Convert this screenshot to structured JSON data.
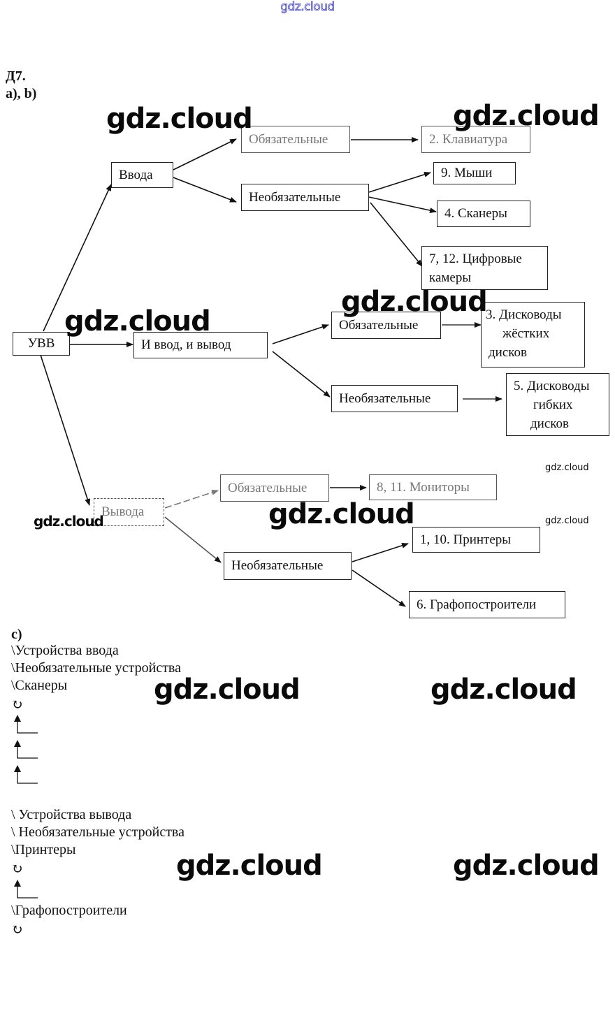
{
  "watermark": {
    "top": "gdz.cloud",
    "large": "gdz.cloud",
    "small": "gdz.cloud",
    "color_top": "#3b3bc8"
  },
  "task": {
    "number": "Д7.",
    "parts_ab": "a), b)",
    "part_c": "c)"
  },
  "diagram": {
    "root": "УВВ",
    "branches": [
      {
        "label": "Ввода",
        "required_label": "Обязательные",
        "optional_label": "Необязательные",
        "required_items": [
          "2. Клавиатура"
        ],
        "optional_items": [
          "9. Мыши",
          "4. Сканеры",
          "7, 12. Цифровые камеры"
        ]
      },
      {
        "label": "И ввод, и вывод",
        "required_label": "Обязательные",
        "optional_label": "Необязательные",
        "required_items": [
          "3. Дисководы жёстких дисков"
        ],
        "optional_items": [
          "5. Дисководы гибких дисков"
        ]
      },
      {
        "label": "Вывода",
        "required_label": "Обязательные",
        "optional_label": "Необязательные",
        "required_items": [
          "8, 11. Мониторы"
        ],
        "optional_items": [
          "1, 10. Принтеры",
          "6. Графопостроители"
        ]
      }
    ],
    "multiline": {
      "cameras_1": "7, 12. Цифровые",
      "cameras_2": "камеры",
      "hdd_1": "3. Дисководы",
      "hdd_2": "жёстких",
      "hdd_3": "дисков",
      "fdd_1": "5. Дисководы",
      "fdd_2": "гибких",
      "fdd_3": "дисков"
    }
  },
  "tree_paths": {
    "input": {
      "lines": [
        "\\Устройства ввода",
        "\\Необязательные устройства",
        "\\Сканеры"
      ],
      "refresh_glyph": "↻"
    },
    "output": {
      "lines": [
        "\\ Устройства вывода",
        "\\ Необязательные устройства",
        "\\Принтеры"
      ],
      "refresh_glyph": "↻",
      "after": "\\Графопостроители",
      "refresh_glyph_2": "↻"
    }
  }
}
